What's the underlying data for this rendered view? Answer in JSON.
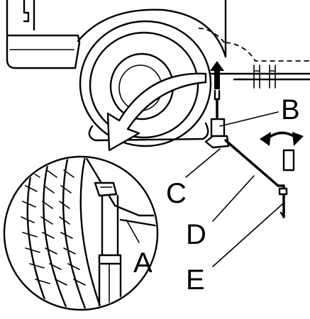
{
  "figure": {
    "labels": {
      "a": "A",
      "b": "B",
      "c": "C",
      "d": "D",
      "e": "E"
    },
    "colors": {
      "ink": "#000000",
      "paper": "#ffffff"
    },
    "icons": {
      "lift_arrow": "up-arrow-icon",
      "zoom_arrow": "curved-arrow-icon",
      "rotate_arrow": "rotate-arrow-icon"
    }
  }
}
